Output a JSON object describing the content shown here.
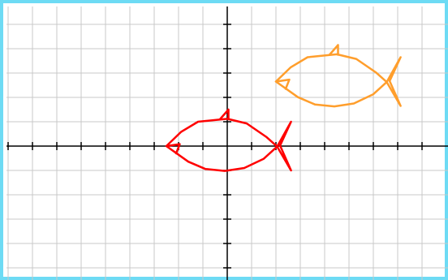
{
  "colors": {
    "frame": "#6ddbf4",
    "grid": "#c8c8c8",
    "axis": "#000000"
  },
  "grid": {
    "x_range": [
      -9,
      8
    ],
    "y_range": [
      -5,
      5
    ],
    "tick_step": 1,
    "show_grid": true
  },
  "shapes": [
    {
      "name": "red-fish",
      "color": "#ff0000",
      "body": [
        [
          -2.5,
          0
        ],
        [
          -1.9,
          0.58
        ],
        [
          -1.2,
          1.0
        ],
        [
          0,
          1.12
        ],
        [
          0.8,
          0.93
        ],
        [
          1.6,
          0.38
        ],
        [
          2.05,
          -0.02
        ],
        [
          1.5,
          -0.52
        ],
        [
          0.7,
          -0.9
        ],
        [
          -0.1,
          -1.02
        ],
        [
          -0.9,
          -0.94
        ],
        [
          -1.6,
          -0.64
        ],
        [
          -2.5,
          0
        ]
      ],
      "mouth": [
        [
          -2.5,
          0
        ],
        [
          -1.95,
          0.08
        ],
        [
          -2.1,
          -0.3
        ]
      ],
      "fin": [
        [
          -0.3,
          1.1
        ],
        [
          0.05,
          1.5
        ],
        [
          0.05,
          1.1
        ]
      ],
      "tail": [
        [
          2.05,
          -0.02
        ],
        [
          2.62,
          1.0
        ],
        [
          2.17,
          0.02
        ],
        [
          2.62,
          -1.0
        ],
        [
          2.05,
          -0.02
        ]
      ]
    },
    {
      "name": "orange-fish",
      "color": "#ff9e2c",
      "body": [
        [
          2.0,
          2.65
        ],
        [
          2.6,
          3.23
        ],
        [
          3.3,
          3.65
        ],
        [
          4.5,
          3.77
        ],
        [
          5.3,
          3.58
        ],
        [
          6.1,
          3.03
        ],
        [
          6.55,
          2.63
        ],
        [
          6.0,
          2.13
        ],
        [
          5.2,
          1.75
        ],
        [
          4.4,
          1.63
        ],
        [
          3.6,
          1.71
        ],
        [
          2.9,
          2.01
        ],
        [
          2.0,
          2.65
        ]
      ],
      "mouth": [
        [
          2.0,
          2.65
        ],
        [
          2.55,
          2.73
        ],
        [
          2.4,
          2.35
        ]
      ],
      "fin": [
        [
          4.2,
          3.75
        ],
        [
          4.55,
          4.15
        ],
        [
          4.55,
          3.75
        ]
      ],
      "tail": [
        [
          6.55,
          2.63
        ],
        [
          7.12,
          3.65
        ],
        [
          6.67,
          2.67
        ],
        [
          7.12,
          1.65
        ],
        [
          6.55,
          2.63
        ]
      ]
    }
  ]
}
